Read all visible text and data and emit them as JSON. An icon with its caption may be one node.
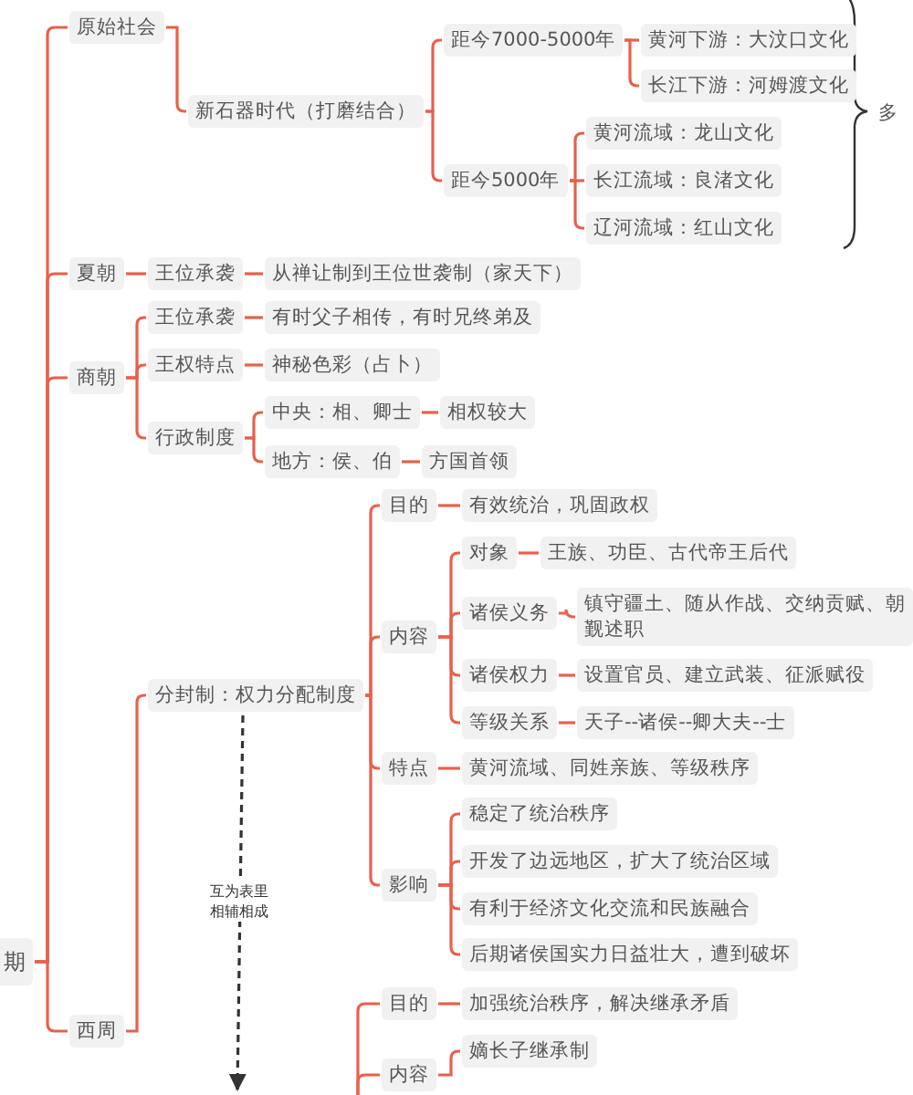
{
  "diagram": {
    "nodes": [
      {
        "text": [
          "期"
        ]
      },
      {
        "text": [
          "原始社会"
        ]
      },
      {
        "text": [
          "新石器时代（打磨结合）"
        ]
      },
      {
        "text": [
          "距今7000-5000年"
        ]
      },
      {
        "text": [
          "黄河下游：大汶口文化"
        ]
      },
      {
        "text": [
          "长江下游：河姆渡文化"
        ]
      },
      {
        "text": [
          "距今5000年"
        ]
      },
      {
        "text": [
          "黄河流域：龙山文化"
        ]
      },
      {
        "text": [
          "长江流域：良渚文化"
        ]
      },
      {
        "text": [
          "辽河流域：红山文化"
        ]
      },
      {
        "text": [
          "夏朝"
        ]
      },
      {
        "text": [
          "王位承袭"
        ]
      },
      {
        "text": [
          "从禅让制到王位世袭制（家天下）"
        ]
      },
      {
        "text": [
          "商朝"
        ]
      },
      {
        "text": [
          "王位承袭"
        ]
      },
      {
        "text": [
          "有时父子相传，有时兄终弟及"
        ]
      },
      {
        "text": [
          "王权特点"
        ]
      },
      {
        "text": [
          "神秘色彩（占卜）"
        ]
      },
      {
        "text": [
          "行政制度"
        ]
      },
      {
        "text": [
          "中央：相、卿士"
        ]
      },
      {
        "text": [
          "相权较大"
        ]
      },
      {
        "text": [
          "地方：侯、伯"
        ]
      },
      {
        "text": [
          "方国首领"
        ]
      },
      {
        "text": [
          "西周"
        ]
      },
      {
        "text": [
          "分封制：权力分配制度"
        ]
      },
      {
        "text": [
          "目的"
        ]
      },
      {
        "text": [
          "有效统治，巩固政权"
        ]
      },
      {
        "text": [
          "内容"
        ]
      },
      {
        "text": [
          "对象"
        ]
      },
      {
        "text": [
          "王族、功臣、古代帝王后代"
        ]
      },
      {
        "text": [
          "诸侯义务"
        ]
      },
      {
        "text": [
          "镇守疆土、随从作战、交纳贡赋、朝觐述职"
        ]
      },
      {
        "text": [
          "诸侯权力"
        ]
      },
      {
        "text": [
          "设置官员、建立武装、征派赋役"
        ]
      },
      {
        "text": [
          "等级关系"
        ]
      },
      {
        "text": [
          "天子--诸侯--卿大夫--士"
        ]
      },
      {
        "text": [
          "特点"
        ]
      },
      {
        "text": [
          "黄河流域、同姓亲族、等级秩序"
        ]
      },
      {
        "text": [
          "影响"
        ]
      },
      {
        "text": [
          "稳定了统治秩序"
        ]
      },
      {
        "text": [
          "开发了边远地区，扩大了统治区域"
        ]
      },
      {
        "text": [
          "有利于经济文化交流和民族融合"
        ]
      },
      {
        "text": [
          "后期诸侯国实力日益壮大，遭到破坏"
        ]
      },
      {
        "text": [
          "目的"
        ]
      },
      {
        "text": [
          "加强统治秩序，解决继承矛盾"
        ]
      },
      {
        "text": [
          "内容"
        ]
      },
      {
        "text": [
          "嫡长子继承制"
        ]
      }
    ],
    "edges": [
      {
        "from": 0,
        "to": 1,
        "arrow": "none"
      },
      {
        "from": 0,
        "to": 10,
        "arrow": "none"
      },
      {
        "from": 0,
        "to": 13,
        "arrow": "none"
      },
      {
        "from": 0,
        "to": 23,
        "arrow": "none"
      },
      {
        "from": 1,
        "to": 2,
        "arrow": "none"
      },
      {
        "from": 2,
        "to": 3,
        "arrow": "none"
      },
      {
        "from": 2,
        "to": 6,
        "arrow": "none"
      },
      {
        "from": 3,
        "to": 4,
        "arrow": "none"
      },
      {
        "from": 3,
        "to": 5,
        "arrow": "none"
      },
      {
        "from": 6,
        "to": 7,
        "arrow": "none"
      },
      {
        "from": 6,
        "to": 8,
        "arrow": "none"
      },
      {
        "from": 6,
        "to": 9,
        "arrow": "none"
      },
      {
        "from": 10,
        "to": 11,
        "arrow": "none"
      },
      {
        "from": 11,
        "to": 12,
        "arrow": "none"
      },
      {
        "from": 13,
        "to": 14,
        "arrow": "none"
      },
      {
        "from": 13,
        "to": 16,
        "arrow": "none"
      },
      {
        "from": 13,
        "to": 18,
        "arrow": "none"
      },
      {
        "from": 14,
        "to": 15,
        "arrow": "none"
      },
      {
        "from": 16,
        "to": 17,
        "arrow": "none"
      },
      {
        "from": 18,
        "to": 19,
        "arrow": "none"
      },
      {
        "from": 18,
        "to": 21,
        "arrow": "none"
      },
      {
        "from": 19,
        "to": 20,
        "arrow": "none"
      },
      {
        "from": 21,
        "to": 22,
        "arrow": "none"
      },
      {
        "from": 23,
        "to": 24,
        "arrow": "none"
      },
      {
        "from": 24,
        "to": 25,
        "arrow": "none"
      },
      {
        "from": 24,
        "to": 27,
        "arrow": "none"
      },
      {
        "from": 24,
        "to": 36,
        "arrow": "none"
      },
      {
        "from": 24,
        "to": 38,
        "arrow": "none"
      },
      {
        "from": 25,
        "to": 26,
        "arrow": "none"
      },
      {
        "from": 27,
        "to": 28,
        "arrow": "none"
      },
      {
        "from": 27,
        "to": 30,
        "arrow": "none"
      },
      {
        "from": 27,
        "to": 32,
        "arrow": "none"
      },
      {
        "from": 27,
        "to": 34,
        "arrow": "none"
      },
      {
        "from": 28,
        "to": 29,
        "arrow": "none"
      },
      {
        "from": 30,
        "to": 31,
        "arrow": "none"
      },
      {
        "from": 32,
        "to": 33,
        "arrow": "none"
      },
      {
        "from": 34,
        "to": 35,
        "arrow": "none"
      },
      {
        "from": 36,
        "to": 37,
        "arrow": "none"
      },
      {
        "from": 38,
        "to": 39,
        "arrow": "none"
      },
      {
        "from": 38,
        "to": 40,
        "arrow": "none"
      },
      {
        "from": 38,
        "to": 41,
        "arrow": "none"
      },
      {
        "from": 38,
        "to": 42,
        "arrow": "none"
      },
      {
        "from": null,
        "to": 43,
        "arrow": "none"
      },
      {
        "from": null,
        "to": 45,
        "arrow": "none"
      },
      {
        "from": 43,
        "to": 44,
        "arrow": "none"
      },
      {
        "from": 45,
        "to": 46,
        "arrow": "none"
      },
      {
        "from": 24,
        "to": null,
        "arrow": "to",
        "label": "互为表里相辅相成",
        "style": "dashed",
        "color": "#333333"
      }
    ],
    "labels": [
      "多"
    ]
  }
}
